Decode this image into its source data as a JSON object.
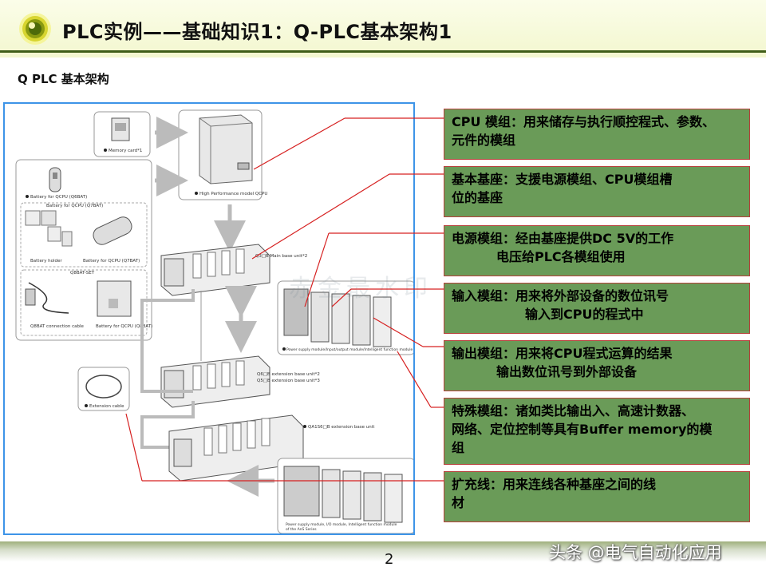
{
  "header": {
    "title": "PLC实例——基础知识1：Q-PLC基本架构1"
  },
  "subtitle": "Q PLC 基本架构",
  "diagram": {
    "labels": {
      "memory_card": "Memory card*1",
      "qcpu": "High Performance model QCPU",
      "battery_q6bat": "Battery for QCPU (Q6BAT)",
      "battery_q7bat_group": "Battery for QCPU (Q7BAT)",
      "battery_holder": "Battery holder",
      "battery_q7bat": "Battery for QCPU (Q7BAT)",
      "q8bat_set": "Q8BAT-SET",
      "q8bat_cable": "Q8BAT connection cable",
      "battery_q8bat": "Battery for QCPU (Q8BAT)",
      "main_base": "Q3□B Main base unit*2",
      "modules": "Power supply module/Input/output module/Intelligent function module",
      "ext_base_1": "Q6□B extension base unit*2",
      "ext_base_2": "Q5□B extension base unit*3",
      "ext_cable": "Extension cable",
      "ansq_base": "QA1S6□B extension base unit",
      "ansq_modules_1": "Power supply module, I/O module, Intelligent function module",
      "ansq_modules_2": "of the AnS Series"
    }
  },
  "watermark": "赤金最水印",
  "callouts": [
    {
      "line1": "CPU 模组：用来储存与执行顺控程式、参数、",
      "line2": "元件的模组"
    },
    {
      "line1": "基本基座：支援电源模组、CPU模组槽",
      "line2": "位的基座"
    },
    {
      "line1": "电源模组：经由基座提供DC 5V的工作",
      "line2": "电压给PLC各模组使用"
    },
    {
      "line1": "输入模组：用来将外部设备的数位讯号",
      "line2": "输入到CPU的程式中"
    },
    {
      "line1": "输出模组：用来将CPU程式运算的结果",
      "line2": "输出数位讯号到外部设备"
    },
    {
      "line1": "特殊模组：诸如类比输出入、高速计数器、",
      "line2": "网络、定位控制等具有Buffer memory的模",
      "line3": "组"
    },
    {
      "line1": "扩充线：用来连线各种基座之间的线",
      "line2": "材"
    }
  ],
  "footer": {
    "page": "2",
    "source": "头条 @电气自动化应用"
  },
  "colors": {
    "callout_bg": "#6a9b58",
    "callout_border": "#b8413d",
    "diagram_border": "#3d94e8",
    "leader_line": "#d62020",
    "header_rule": "#3f5d18"
  }
}
